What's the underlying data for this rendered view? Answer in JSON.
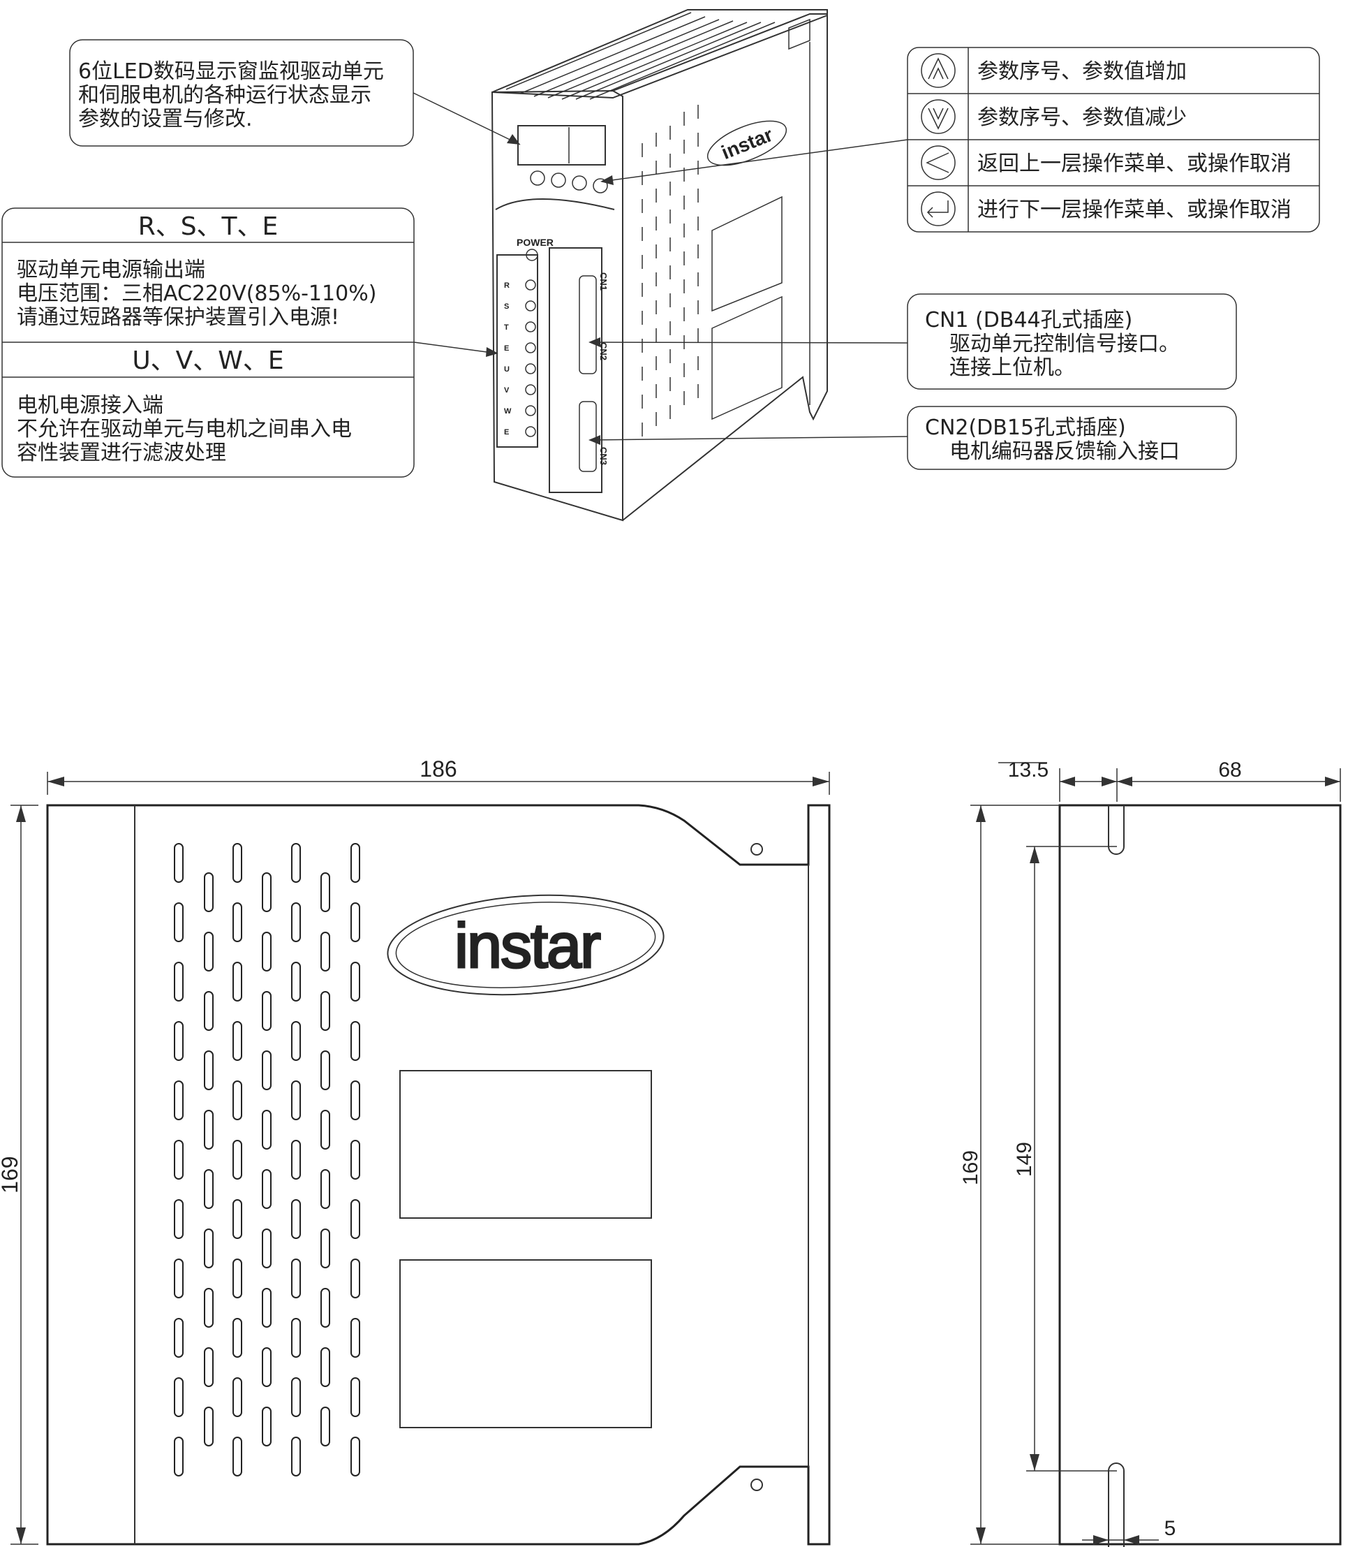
{
  "callouts": {
    "display": {
      "lines": [
        "6位LED数码显示窗监视驱动单元",
        "和伺服电机的各种运行状态显示",
        "参数的设置与修改."
      ]
    },
    "power_input": {
      "header": "R、S、T、E",
      "lines": [
        "驱动单元电源输出端",
        "电压范围：三相AC220V(85%-110%)",
        "请通过短路器等保护装置引入电源!"
      ]
    },
    "motor_power": {
      "header": "U、V、W、E",
      "lines": [
        "电机电源接入端",
        "不允许在驱动单元与电机之间串入电",
        "容性装置进行滤波处理"
      ]
    },
    "cn1": {
      "lines": [
        "CN1 (DB44孔式插座)",
        "驱动单元控制信号接口。",
        "连接上位机。"
      ]
    },
    "cn2": {
      "lines": [
        "CN2(DB15孔式插座)",
        "电机编码器反馈输入接口"
      ]
    }
  },
  "keys": [
    {
      "icon": "up-arrow-icon",
      "label": "参数序号、参数值增加"
    },
    {
      "icon": "down-arrow-icon",
      "label": "参数序号、参数值减少"
    },
    {
      "icon": "back-arrow-icon",
      "label": "返回上一层操作菜单、或操作取消"
    },
    {
      "icon": "enter-key-icon",
      "label": "进行下一层操作菜单、或操作取消"
    }
  ],
  "device": {
    "brand": "instar",
    "power_label": "POWER",
    "cn1_label": "CN1",
    "cn2_label": "CN2",
    "cn3_label": "CN3",
    "terminals": [
      "R",
      "S",
      "T",
      "E",
      "U",
      "V",
      "W",
      "E"
    ]
  },
  "dimensions": {
    "width": "186",
    "height": "169",
    "offset": "13.5",
    "depth": "68",
    "height_right": "169",
    "hole_spacing": "149",
    "slot_width": "5"
  },
  "colors": {
    "line": "#333333",
    "text": "#222222",
    "background": "#ffffff"
  }
}
